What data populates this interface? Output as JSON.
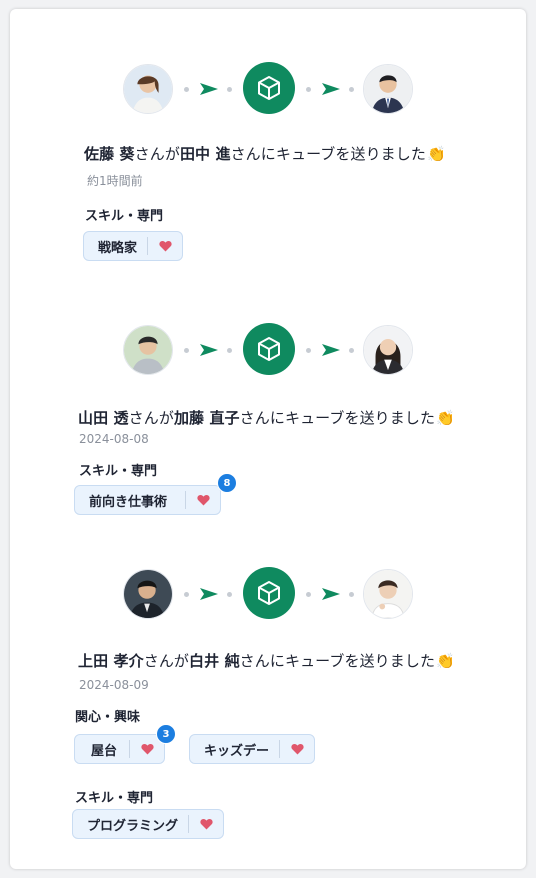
{
  "feed": [
    {
      "sender": "佐藤 葵",
      "receiver": "田中 進",
      "message_mid": "さんが",
      "message_end": "さんにキューブを送りました",
      "emoji": "👏",
      "time": "約1時間前",
      "sections": [
        {
          "title": "スキル・専門",
          "tags": [
            {
              "label": "戦略家",
              "count": null
            }
          ]
        }
      ]
    },
    {
      "sender": "山田 透",
      "receiver": "加藤 直子",
      "message_mid": "さんが",
      "message_end": "さんにキューブを送りました",
      "emoji": "👏",
      "time": "2024-08-08",
      "sections": [
        {
          "title": "スキル・専門",
          "tags": [
            {
              "label": "前向き仕事術",
              "count": "8"
            }
          ]
        }
      ]
    },
    {
      "sender": "上田 孝介",
      "receiver": "白井 純",
      "message_mid": "さんが",
      "message_end": "さんにキューブを送りました",
      "emoji": "👏",
      "time": "2024-08-09",
      "sections": [
        {
          "title": "関心・興味",
          "tags": [
            {
              "label": "屋台",
              "count": "3"
            },
            {
              "label": "キッズデー",
              "count": null
            }
          ]
        },
        {
          "title": "スキル・専門",
          "tags": [
            {
              "label": "プログラミング",
              "count": null
            }
          ]
        }
      ]
    }
  ],
  "colors": {
    "accent_green": "#0f8a5f",
    "badge_blue": "#1c7ee0",
    "heart_red": "#e0566b",
    "chip_bg": "#eaf3fd"
  },
  "icons": {
    "cube": "cube-icon",
    "arrow": "arrow-right-icon",
    "heart": "heart-icon",
    "emoji": "clapping-hands"
  }
}
